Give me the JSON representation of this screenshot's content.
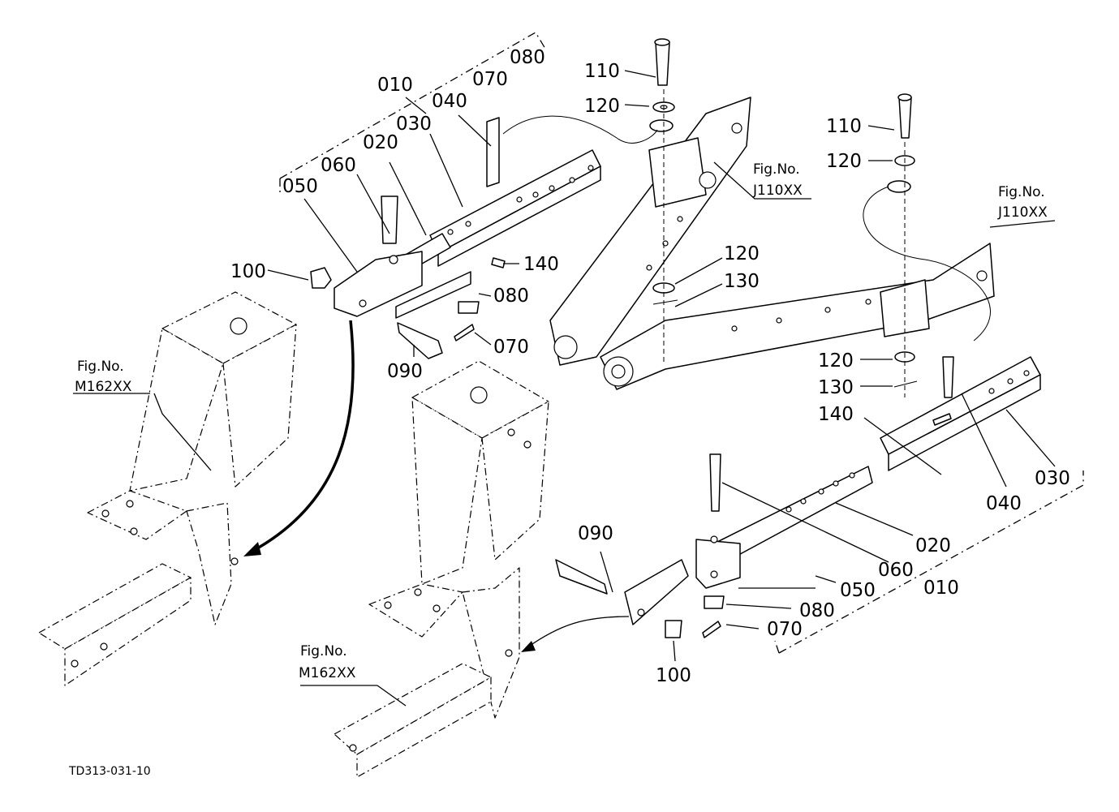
{
  "labels": {
    "l010a": "010",
    "l020a": "020",
    "l030a": "030",
    "l040a": "040",
    "l050a": "050",
    "l060a": "060",
    "l070a": "070",
    "l070b": "070",
    "l080a": "080",
    "l080b": "080",
    "l090a": "090",
    "l100a": "100",
    "l110a": "110",
    "l120a": "120",
    "l120b": "120",
    "l130a": "130",
    "l140a": "140",
    "l110b": "110",
    "l120c": "120",
    "l120d": "120",
    "l130b": "130",
    "l140b": "140",
    "l030b": "030",
    "l040b": "040",
    "l020b": "020",
    "l060b": "060",
    "l010b": "010",
    "l050b": "050",
    "l080c": "080",
    "l070c": "070",
    "l090b": "090",
    "l100b": "100"
  },
  "figrefs": {
    "j110_top": {
      "line1": "Fig.No.",
      "line2": "J110XX"
    },
    "j110_right": {
      "line1": "Fig.No.",
      "line2": "J110XX"
    },
    "m162_left": {
      "line1": "Fig.No.",
      "line2": "M162XX"
    },
    "m162_bottom": {
      "line1": "Fig.No.",
      "line2": "M162XX"
    }
  },
  "doc_code": "TD313-031-10"
}
